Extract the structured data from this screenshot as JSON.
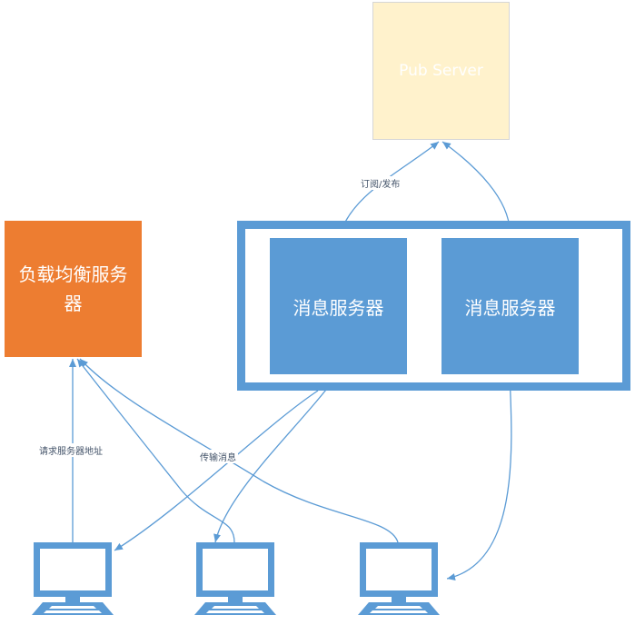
{
  "nodes": {
    "pub_server": "Pub Server",
    "load_balancer": "负载均衡服务器",
    "message_server_1": "消息服务器",
    "message_server_2": "消息服务器"
  },
  "edge_labels": {
    "subscribe_publish": "订阅/发布",
    "request_address": "请求服务器地址",
    "transfer_message": "传输消息"
  },
  "icons": [
    "computer-icon",
    "computer-icon",
    "computer-icon"
  ],
  "colors": {
    "pub_server_fill": "#fff2cc",
    "load_balancer_fill": "#ed7d31",
    "message_server_fill": "#5b9bd5",
    "connector": "#5b9bd5"
  }
}
